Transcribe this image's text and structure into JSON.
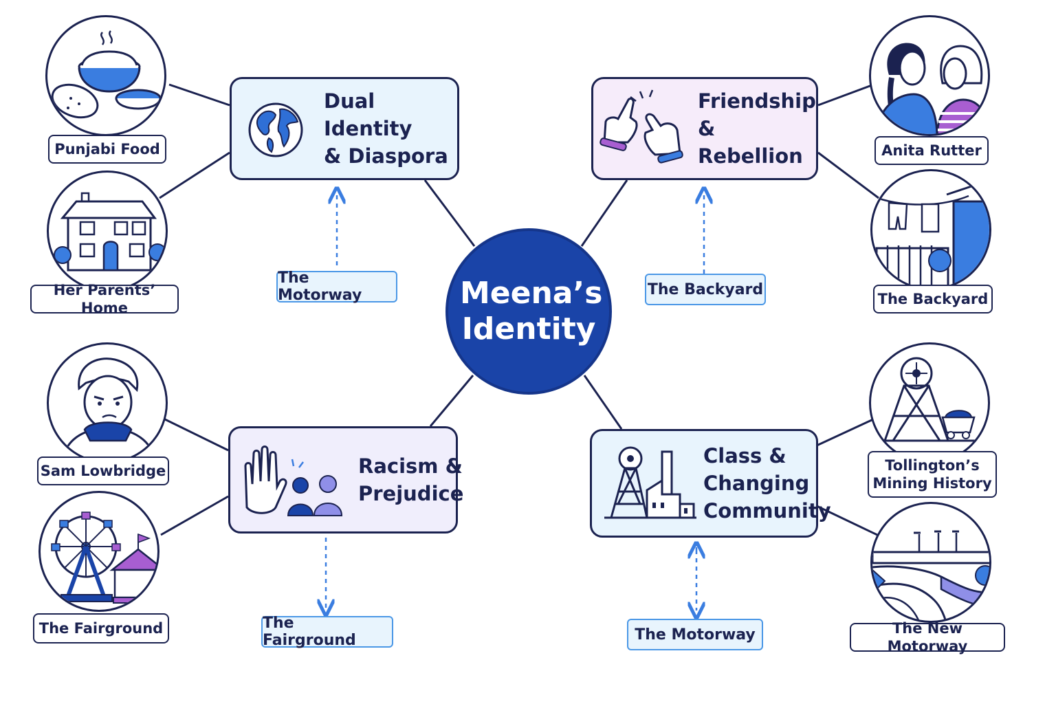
{
  "center": {
    "title_line1": "Meena’s",
    "title_line2": "Identity"
  },
  "themes": [
    {
      "line1": "Dual Identity",
      "line2": "& Diaspora",
      "icon": "globe-icon"
    },
    {
      "line1": "Friendship &",
      "line2": "Rebellion",
      "icon": "pinky-promise-icon"
    },
    {
      "line1": "Racism &",
      "line2": "Prejudice",
      "icon": "raised-hand-icon"
    },
    {
      "line1": "Class &",
      "line2": "Changing",
      "line3": "Community",
      "icon": "mine-factory-icon"
    }
  ],
  "locations": [
    "The Motorway",
    "The Backyard",
    "The Fairground",
    "The Motorway"
  ],
  "examples": [
    {
      "label": "Punjabi Food",
      "icon": "food-bowls-icon"
    },
    {
      "label": "Her Parents’ Home",
      "icon": "house-icon"
    },
    {
      "label": "Anita Rutter",
      "icon": "two-girls-icon"
    },
    {
      "label": "The Backyard",
      "icon": "washing-line-icon"
    },
    {
      "label": "Sam Lowbridge",
      "icon": "boy-portrait-icon"
    },
    {
      "label": "The Fairground",
      "icon": "ferris-wheel-icon"
    },
    {
      "label_line1": "Tollington’s",
      "label_line2": "Mining History",
      "icon": "mine-headframe-icon"
    },
    {
      "label": "The New Motorway",
      "icon": "motorway-bridge-icon"
    }
  ],
  "colors": {
    "navy": "#1b2250",
    "center_blue": "#1a44a8",
    "accent_blue": "#3a7de0",
    "purple": "#a85ed1",
    "light_blue_fill": "#e8f4fd",
    "light_purple_fill": "#f6ecfa",
    "light_lavender_fill": "#f0eefc"
  }
}
